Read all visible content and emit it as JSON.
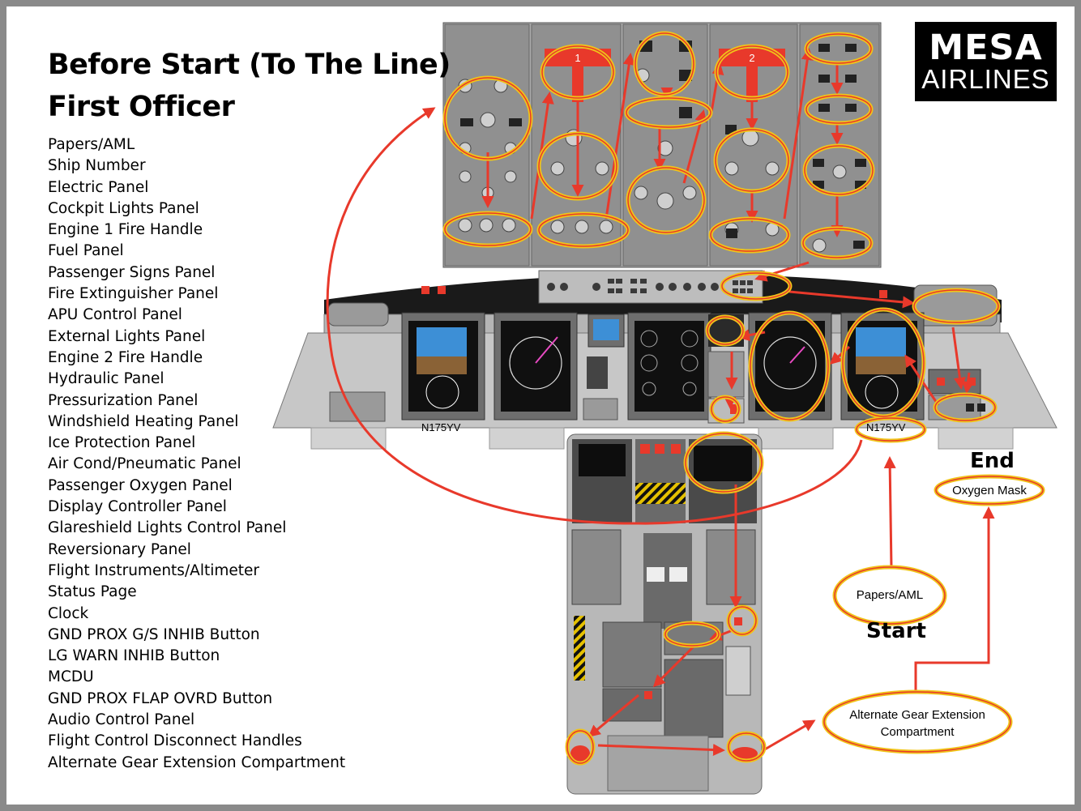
{
  "title": {
    "line1": "Before Start (To The Line)",
    "line2": "First Officer"
  },
  "checklist": [
    "Papers/AML",
    "Ship Number",
    "Electric Panel",
    "Cockpit Lights Panel",
    "Engine 1 Fire Handle",
    "Fuel Panel",
    "Passenger Signs Panel",
    "Fire Extinguisher Panel",
    "APU Control Panel",
    "External Lights Panel",
    "Engine 2 Fire Handle",
    "Hydraulic Panel",
    "Pressurization Panel",
    "Windshield Heating Panel",
    "Ice Protection Panel",
    "Air Cond/Pneumatic Panel",
    "Passenger Oxygen Panel",
    "Display Controller Panel",
    "Glareshield Lights Control Panel",
    "Reversionary Panel",
    "Flight Instruments/Altimeter",
    "Status Page",
    "Clock",
    "GND PROX G/S INHIB Button",
    "LG WARN INHIB Button",
    "MCDU",
    "GND PROX FLAP OVRD Button",
    "Audio Control Panel",
    "Flight Control Disconnect Handles",
    "Alternate Gear Extension Compartment"
  ],
  "logo": {
    "line1": "MESA",
    "line2": "AIRLINES"
  },
  "diagram": {
    "registration_left": "N175YV",
    "registration_right": "N175YV",
    "fire_handle_1": "1",
    "fire_handle_2": "2",
    "start_label": "Start",
    "end_label": "End",
    "papers_oval": "Papers/AML",
    "oxygen_oval": "Oxygen Mask",
    "alt_gear_oval_line1": "Alternate Gear Extension",
    "alt_gear_oval_line2": "Compartment"
  },
  "colors": {
    "arrow": "#e8392b",
    "highlight_outer": "#f0c419",
    "highlight_inner": "#e8392b",
    "panel": "#8f8f8f",
    "logo_bg": "#000000"
  }
}
